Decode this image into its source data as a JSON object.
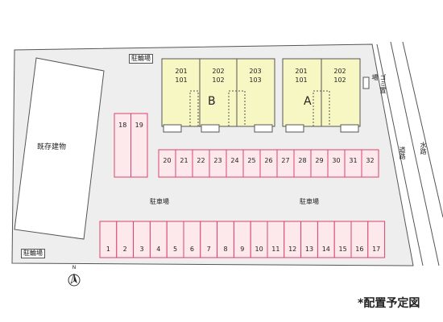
{
  "title": "*配置予定図",
  "labels": {
    "existing_building": "既存建物",
    "bike_parking_top": "駐輪場",
    "bike_parking_bottom": "駐輪場",
    "parking_left": "駐車場",
    "parking_right": "駐車場",
    "garbage_area": "ゴミ置場",
    "road": "道路",
    "waterway": "水路",
    "north": "N"
  },
  "building_b": {
    "name": "B",
    "units": [
      {
        "upper": "201",
        "lower": "101"
      },
      {
        "upper": "202",
        "lower": "102"
      },
      {
        "upper": "203",
        "lower": "103"
      }
    ]
  },
  "building_a": {
    "name": "A",
    "units": [
      {
        "upper": "201",
        "lower": "101"
      },
      {
        "upper": "202",
        "lower": "102"
      }
    ]
  },
  "parking": {
    "left_pair": [
      "18",
      "19"
    ],
    "middle_row": [
      "20",
      "21",
      "22",
      "23",
      "24",
      "25",
      "26",
      "27",
      "28",
      "29",
      "30",
      "31",
      "32"
    ],
    "bottom_row": [
      "1",
      "2",
      "3",
      "4",
      "5",
      "6",
      "7",
      "8",
      "9",
      "10",
      "11",
      "12",
      "13",
      "14",
      "15",
      "16",
      "17"
    ]
  },
  "colors": {
    "building_fill": "#f7f7c4",
    "parking_fill": "#fde8ec",
    "parking_stroke": "#d9436b",
    "lot_fill": "#eeeeee"
  }
}
